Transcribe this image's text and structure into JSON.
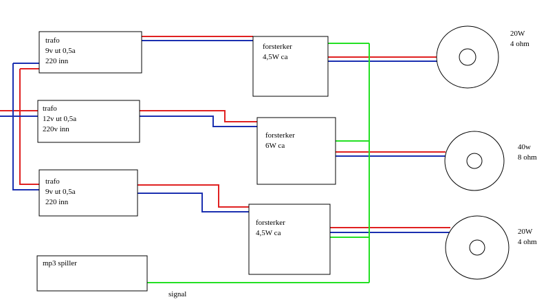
{
  "transformers": [
    {
      "title": "trafo",
      "line1": "9v ut 0,5a",
      "line2": "220 inn"
    },
    {
      "title": "trafo",
      "line1": "12v ut 0,5a",
      "line2": "220v inn"
    },
    {
      "title": "trafo",
      "line1": "9v ut 0,5a",
      "line2": "220 inn"
    }
  ],
  "amplifiers": [
    {
      "title": "forsterker",
      "power": "4,5W ca"
    },
    {
      "title": "forsterker",
      "power": "6W ca"
    },
    {
      "title": "forsterker",
      "power": "4,5W ca"
    }
  ],
  "speakers": [
    {
      "power": "20W",
      "impedance": "4 ohm"
    },
    {
      "power": "40w",
      "impedance": "8 ohm"
    },
    {
      "power": "20W",
      "impedance": "4 ohm"
    }
  ],
  "source": {
    "label": "mp3 spiller"
  },
  "signal_label": "signal",
  "colors": {
    "positive": "#e02020",
    "negative": "#1a2fb0",
    "signal": "#22e022",
    "outline": "#000000"
  }
}
